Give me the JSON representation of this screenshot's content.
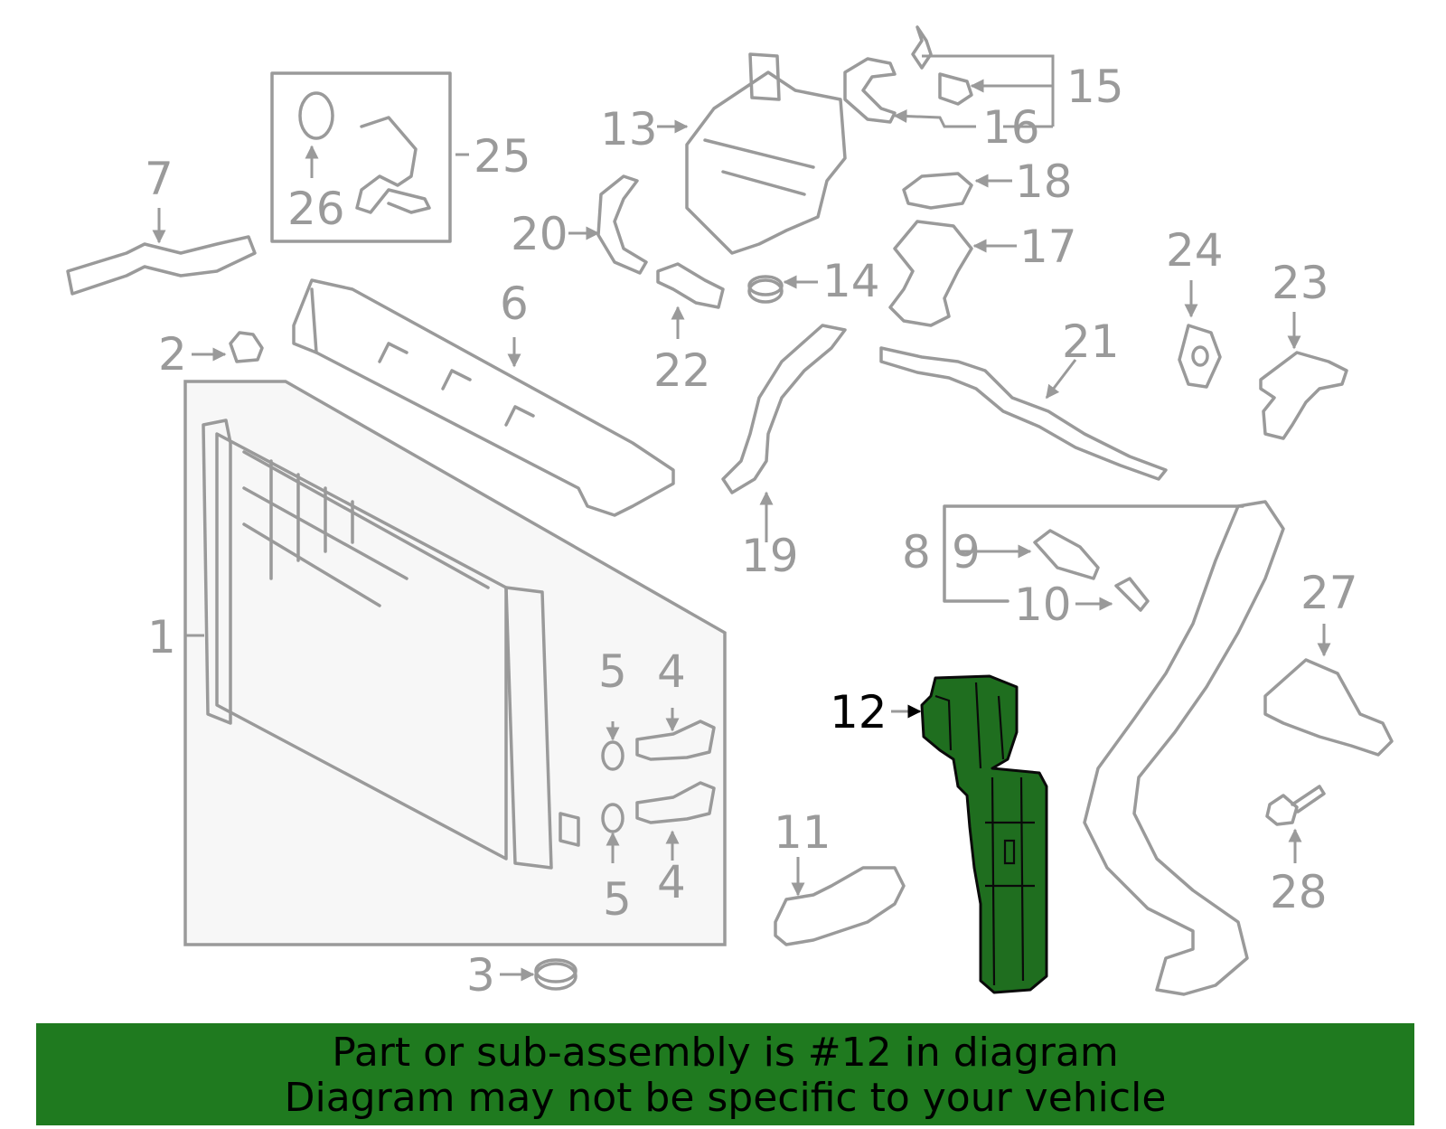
{
  "diagram": {
    "highlight_color": "#1f7a1f",
    "callout_color": "#9a9a9a",
    "highlighted_part": "12",
    "callouts": [
      "1",
      "2",
      "3",
      "4",
      "4",
      "5",
      "5",
      "6",
      "7",
      "8",
      "9",
      "10",
      "11",
      "12",
      "13",
      "14",
      "15",
      "16",
      "17",
      "18",
      "19",
      "20",
      "21",
      "22",
      "23",
      "24",
      "25",
      "26",
      "27",
      "28"
    ]
  },
  "banner": {
    "line1": "Part or sub-assembly is #12 in diagram",
    "line2": "Diagram may not be specific to your vehicle",
    "background": "#1f7a1f"
  }
}
